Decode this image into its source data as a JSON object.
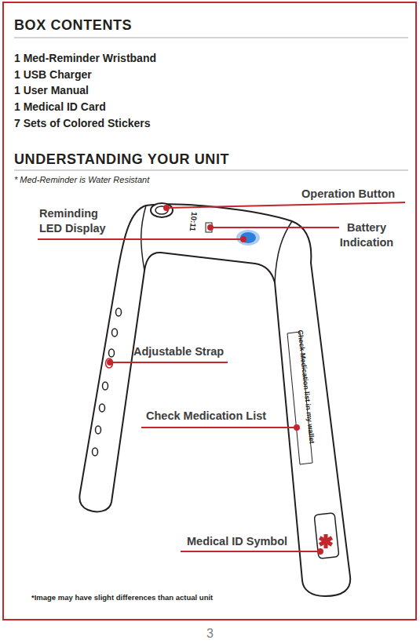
{
  "diagram": {
    "title": "BOX CONTENTS",
    "caption": "*Image may have slight differences than actual unit",
    "labels": [
      "1 Med-Reminder Wristband",
      "1 USB Charger",
      "1 User Manual",
      "1 Medical ID Card",
      "7 Sets of Colored Stickers",
      "UNDERSTANDING YOUR UNIT",
      "* Med-Reminder is Water Resistant",
      "Operation Button",
      "Reminding LED Display",
      "Battery Indication",
      "Adjustable Strap",
      "Check Medication List",
      "Medical ID Symbol",
      "Check Medication list in my wallet",
      "10:11",
      "3"
    ]
  }
}
